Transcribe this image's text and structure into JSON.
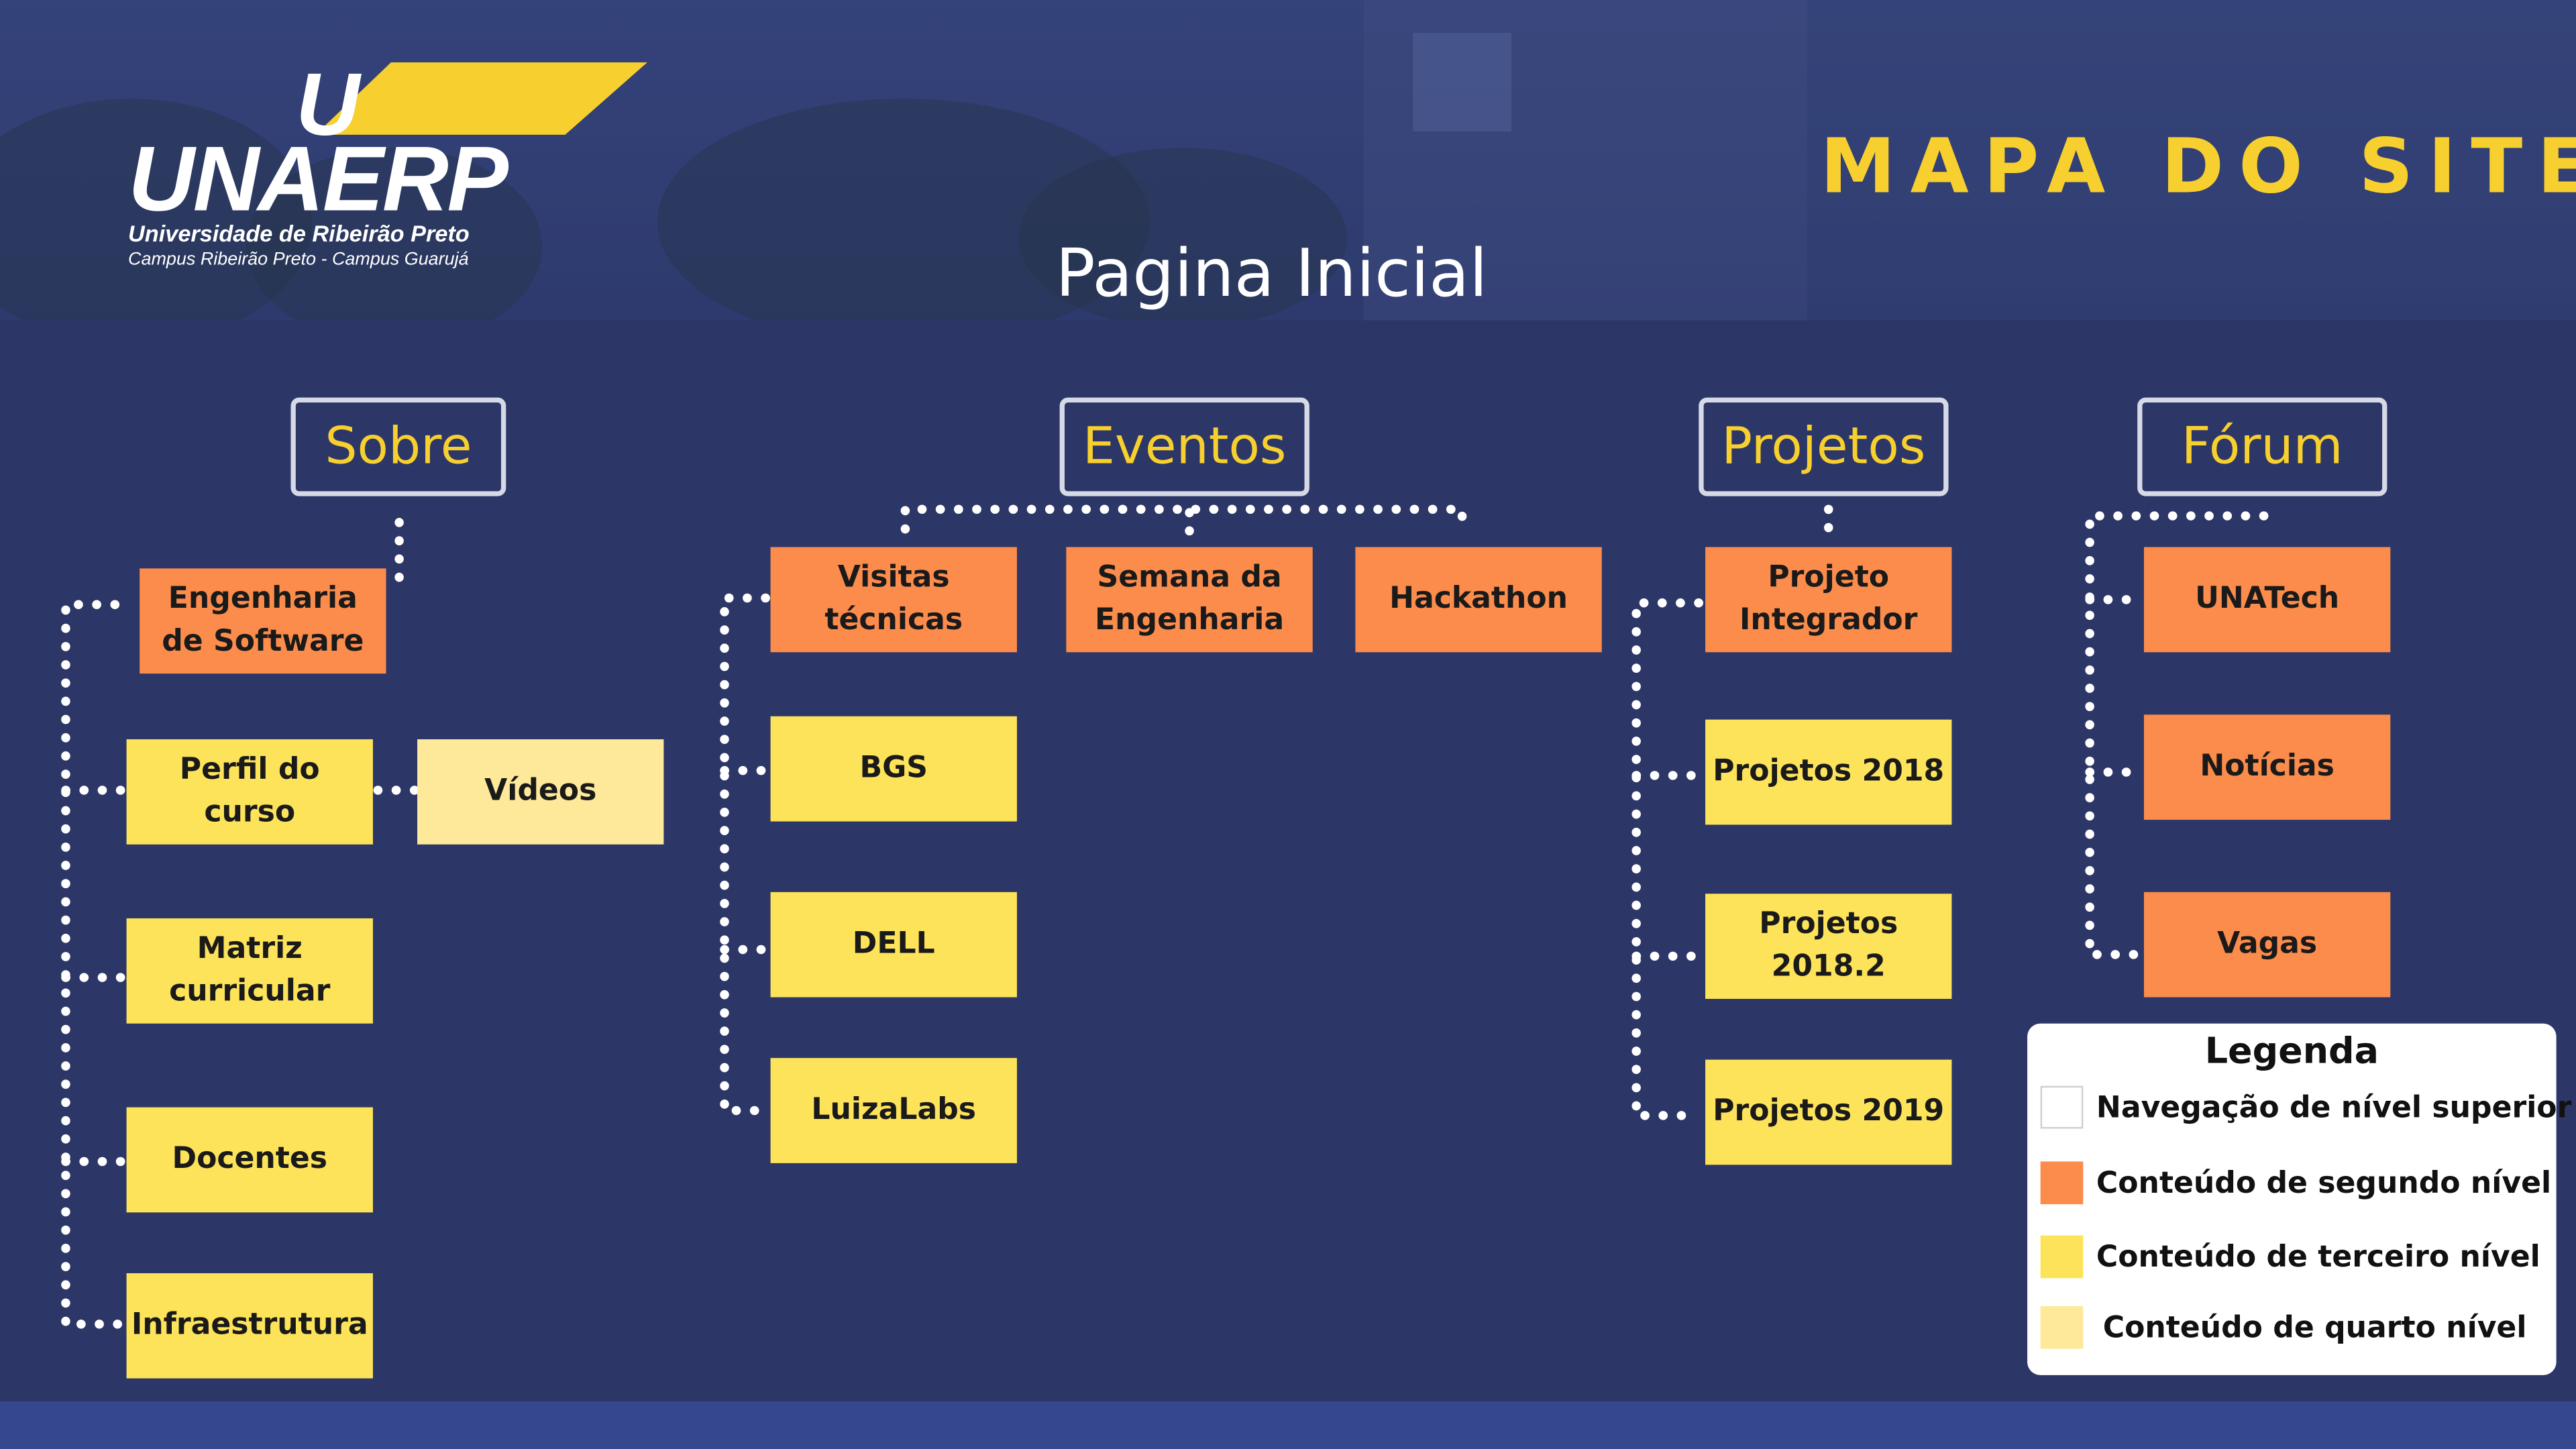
{
  "header": {
    "logo": {
      "mark": "U",
      "wordmark": "UNAERP",
      "name": "Universidade de Ribeirão Preto",
      "campuses": "Campus Ribeirão Preto - Campus Guarujá"
    },
    "title": "MAPA DO SITE",
    "home": "Pagina Inicial"
  },
  "sections": {
    "sobre": {
      "label": "Sobre",
      "items": [
        "Engenharia de Software",
        "Perfil do curso",
        "Matriz curricular",
        "Docentes",
        "Infraestrutura"
      ],
      "sub": "Vídeos"
    },
    "eventos": {
      "label": "Eventos",
      "top": [
        "Visitas técnicas",
        "Semana da Engenharia",
        "Hackathon"
      ],
      "items": [
        "BGS",
        "DELL",
        "LuizaLabs"
      ]
    },
    "projetos": {
      "label": "Projetos",
      "items": [
        "Projeto Integrador",
        "Projetos 2018",
        "Projetos 2018.2",
        "Projetos 2019"
      ]
    },
    "forum": {
      "label": "Fórum",
      "items": [
        "UNATech",
        "Notícias",
        "Vagas"
      ]
    }
  },
  "legend": {
    "title": "Legenda",
    "items": [
      {
        "label": "Navegação de nível superior",
        "color": "#ffffff"
      },
      {
        "label": "Conteúdo de segundo nível",
        "color": "#fb8c4c"
      },
      {
        "label": "Conteúdo de terceiro nível",
        "color": "#fde35a"
      },
      {
        "label": "Conteúdo de quarto nível",
        "color": "#fde999"
      }
    ]
  },
  "colors": {
    "background": "#2c3768",
    "accent": "#f7cf2e",
    "level2": "#fb8c4c",
    "level3": "#fde35a",
    "level4": "#fde999"
  }
}
